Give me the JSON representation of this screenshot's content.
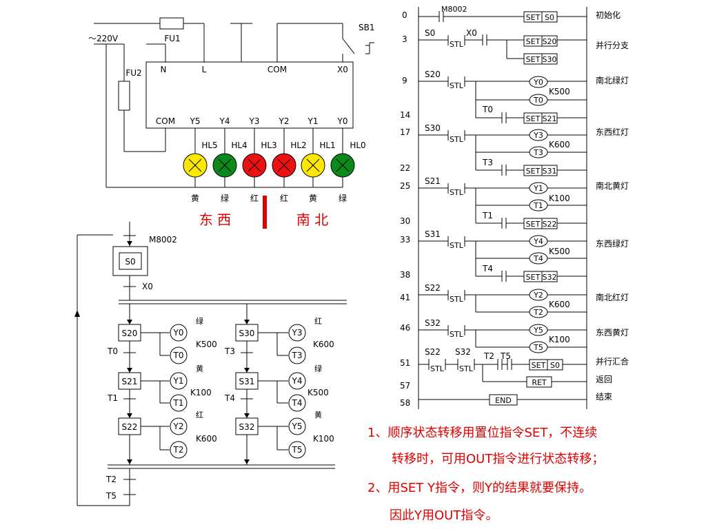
{
  "wiring": {
    "supply_label": "～220V",
    "fuse1": "FU1",
    "fuse2": "FU2",
    "switch": "SB1",
    "top_terminals": [
      "N",
      "L",
      "COM",
      "X0"
    ],
    "bottom_terminals": [
      "COM",
      "Y5",
      "Y4",
      "Y3",
      "Y2",
      "Y1",
      "Y0"
    ],
    "lamps": [
      {
        "id": "HL5",
        "color": "#ffe800",
        "label": "黄"
      },
      {
        "id": "HL4",
        "color": "#0a8a1a",
        "label": "绿"
      },
      {
        "id": "HL3",
        "color": "#ee1111",
        "label": "红"
      },
      {
        "id": "HL2",
        "color": "#ee1111",
        "label": "红"
      },
      {
        "id": "HL1",
        "color": "#ffe800",
        "label": "黄"
      },
      {
        "id": "HL0",
        "color": "#0a8a1a",
        "label": "绿"
      }
    ],
    "direction_left": "东  西",
    "direction_right": "南  北",
    "divider_color": "#e00000"
  },
  "sfc": {
    "init_contact": "M8002",
    "init_step": "S0",
    "transition_x0": "X0",
    "branch_a": {
      "steps": [
        "S20",
        "S21",
        "S22"
      ],
      "outputs": [
        "Y0",
        "Y1",
        "Y2"
      ],
      "timers": [
        "T0",
        "T1",
        "T2"
      ],
      "k_values": [
        "K500",
        "K100",
        "K600"
      ],
      "colors": [
        "绿",
        "黄",
        "红"
      ],
      "transitions": [
        "T0",
        "T1"
      ]
    },
    "branch_b": {
      "steps": [
        "S30",
        "S31",
        "S32"
      ],
      "outputs": [
        "Y3",
        "Y4",
        "Y5"
      ],
      "timers": [
        "T3",
        "T4",
        "T5"
      ],
      "k_values": [
        "K600",
        "K500",
        "K100"
      ],
      "colors": [
        "红",
        "绿",
        "黄"
      ],
      "transitions": [
        "T3",
        "T4"
      ]
    },
    "end_transitions": [
      "T2",
      "T5"
    ]
  },
  "ladder": {
    "rung_numbers": [
      "0",
      "3",
      "9",
      "14",
      "17",
      "22",
      "25",
      "30",
      "33",
      "38",
      "41",
      "46",
      "51",
      "57",
      "58"
    ],
    "comments": [
      "初始化",
      "并行分支",
      "南北绿灯",
      "东西红灯",
      "南北黄灯",
      "东西绿灯",
      "南北红灯",
      "东西黄灯",
      "并行汇合",
      "返回",
      "结束"
    ],
    "init_contact": "M8002",
    "set_label": "SET",
    "stl_label": "STL",
    "ret_label": "RET",
    "end_label": "END",
    "rung1": {
      "step": "S0",
      "contact": "X0",
      "set1": "S20",
      "set2": "S30"
    },
    "groups": [
      {
        "step": "S20",
        "coil": "Y0",
        "timer": "T0",
        "k": "K500",
        "next": "S21"
      },
      {
        "step": "S30",
        "coil": "Y3",
        "timer": "T3",
        "k": "K600",
        "next": "S31"
      },
      {
        "step": "S21",
        "coil": "Y1",
        "timer": "T1",
        "k": "K100",
        "next": "S22"
      },
      {
        "step": "S31",
        "coil": "Y4",
        "timer": "T4",
        "k": "K500",
        "next": "S32"
      },
      {
        "step": "S22",
        "coil": "Y2",
        "timer": "T2",
        "k": "K600"
      },
      {
        "step": "S32",
        "coil": "Y5",
        "timer": "T5",
        "k": "K100"
      }
    ],
    "merge": {
      "stl1": "S22",
      "stl2": "S32",
      "c1": "T2",
      "c2": "T5",
      "set": "S0"
    }
  },
  "notes": {
    "line1": "1、顺序状态转移用置位指令SET，不连续",
    "line2": "转移时，可用OUT指令进行状态转移；",
    "line3": "2、用SET  Y指令，则Y的结果就要保持。",
    "line4": "因此Y用OUT指令。"
  }
}
